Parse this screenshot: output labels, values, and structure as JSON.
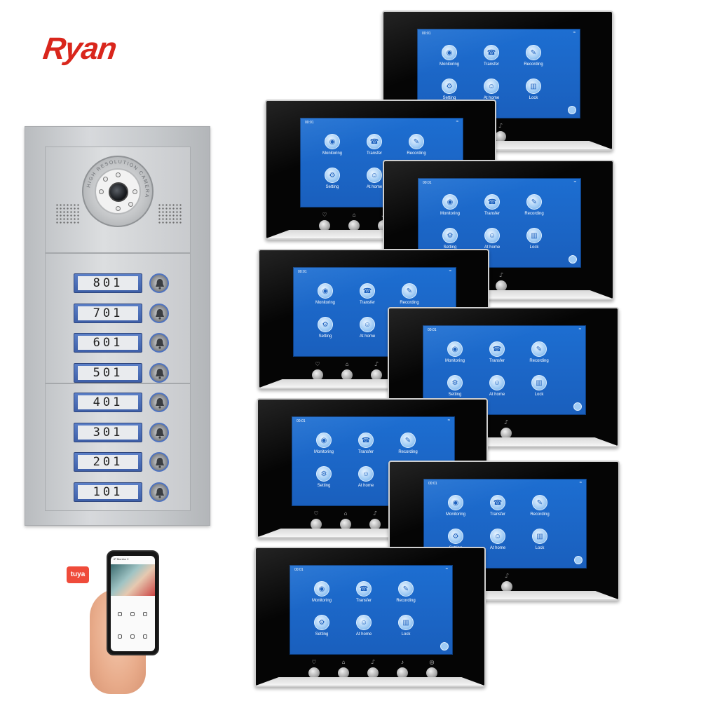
{
  "logo": {
    "text": "Ryan",
    "color": "#d9261c"
  },
  "panel": {
    "camera_text": "HIGH RESOLUTION CAMERA",
    "apartments": [
      "801",
      "701",
      "601",
      "501",
      "401",
      "301",
      "201",
      "101"
    ],
    "label_color": "#4f72bf"
  },
  "phone": {
    "badge": "tuya",
    "badge_color": "#ef4b3a",
    "header": "IP Monitor 2"
  },
  "monitors": {
    "time": "00:01",
    "menu": [
      {
        "label": "Monitoring",
        "icon": "camera-icon"
      },
      {
        "label": "Transfer",
        "icon": "phone-icon"
      },
      {
        "label": "Recording",
        "icon": "edit-icon"
      },
      {
        "label": "Setting",
        "icon": "gear-icon"
      },
      {
        "label": "At home",
        "icon": "person-icon"
      },
      {
        "label": "Lock",
        "icon": "lock-icon"
      }
    ],
    "screen_color": "#1d6ed1",
    "count": 8
  }
}
